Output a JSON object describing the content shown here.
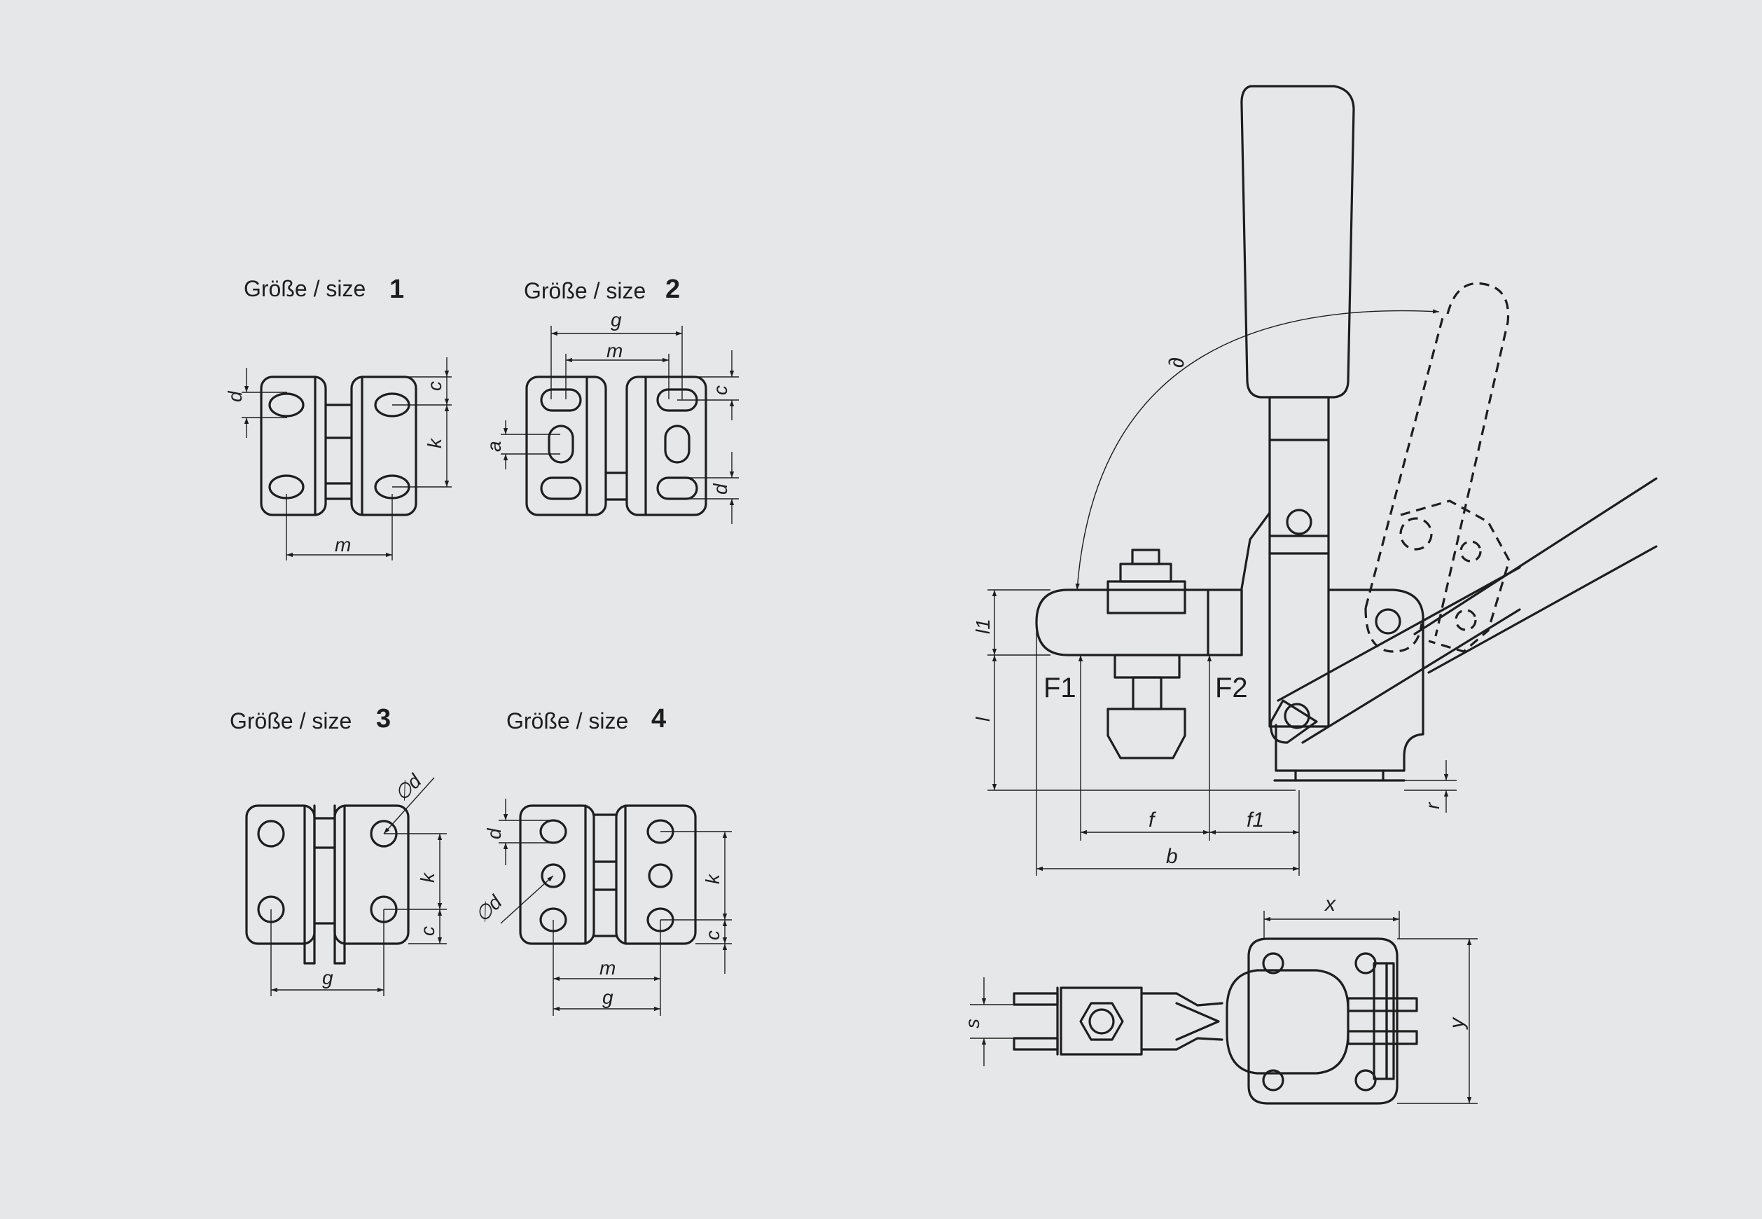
{
  "sizes": [
    {
      "label": "Größe / size",
      "number": "1"
    },
    {
      "label": "Größe / size",
      "number": "2"
    },
    {
      "label": "Größe / size",
      "number": "3"
    },
    {
      "label": "Größe / size",
      "number": "4"
    }
  ],
  "dims": {
    "c": "c",
    "d": "d",
    "k": "k",
    "m": "m",
    "g": "g",
    "a": "a",
    "phi_d": "∅d",
    "alpha": "∂",
    "l1": "l1",
    "l": "l",
    "f": "f",
    "f1": "f1",
    "b": "b",
    "r": "r",
    "x": "x",
    "y": "y",
    "s": "s"
  },
  "forces": {
    "f1": "F1",
    "f2": "F2"
  }
}
